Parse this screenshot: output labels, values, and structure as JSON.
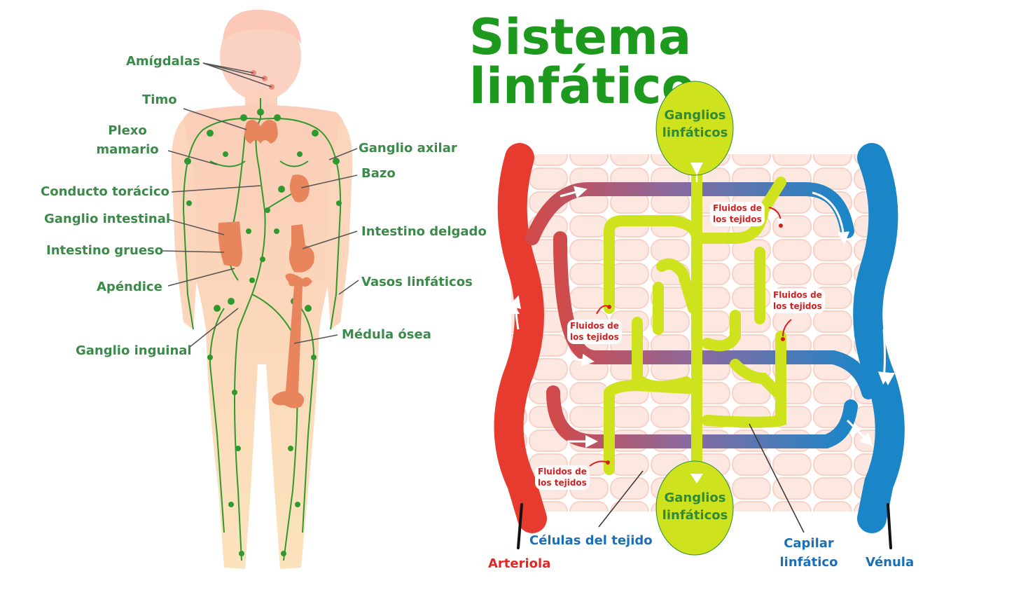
{
  "title": "Sistema linfático",
  "body_labels": {
    "amigdalas": "Amígdalas",
    "timo": "Timo",
    "plexo_1": "Plexo",
    "plexo_2": "mamario",
    "ganglio_axilar": "Ganglio axilar",
    "bazo": "Bazo",
    "conducto_toracico": "Conducto torácico",
    "ganglio_intestinal": "Ganglio intestinal",
    "intestino_delgado": "Intestino delgado",
    "intestino_grueso": "Intestino grueso",
    "apendice": "Apéndice",
    "vasos_linfaticos": "Vasos linfáticos",
    "medula_osea": "Médula ósea",
    "ganglio_inguinal": "Ganglio inguinal"
  },
  "micro_labels": {
    "ganglios_top_1": "Ganglios",
    "ganglios_top_2": "linfáticos",
    "ganglios_bottom_1": "Ganglios",
    "ganglios_bottom_2": "linfáticos",
    "fluidos_1": "Fluidos de",
    "fluidos_2": "los tejidos",
    "celulas": "Células del tejido",
    "capilar_1": "Capilar",
    "capilar_2": "linfático",
    "arteriola": "Arteriola",
    "venula": "Vénula"
  },
  "colors": {
    "title": "#1d9a1d",
    "label_green": "#3c8a4a",
    "lymph_green": "#2e9a2e",
    "artery_red": "#e63b2e",
    "vein_blue": "#1a86c8",
    "capillary_yellow": "#cfe21e",
    "fluid_red": "#d42020",
    "skin": "#f9d7b8"
  }
}
